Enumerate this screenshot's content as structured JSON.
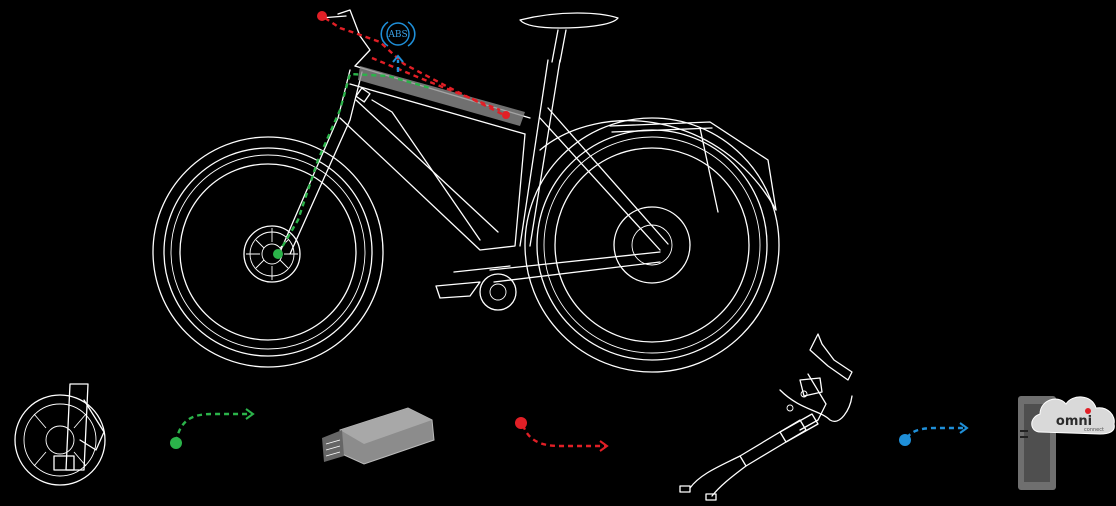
{
  "badges": {
    "abs_label": "ABS"
  },
  "cloud": {
    "brand_label": "omni",
    "sub_label": "connect"
  },
  "colors": {
    "background": "#000000",
    "line_art": "#ffffff",
    "sensor_path": "#2bb34a",
    "brake_path": "#e11f26",
    "data_path": "#1f8fd8",
    "battery_grey": "#8c8c8c",
    "phone_grey": "#6f6f6f"
  },
  "flow": {
    "steps": [
      {
        "icon": "disc-brake-sensor-icon",
        "color": "green"
      },
      {
        "icon": "abs-control-module-icon",
        "color": "red"
      },
      {
        "icon": "brake-lever-cable-icon",
        "color": "blue"
      },
      {
        "icon": "omni-cloud-phone-icon"
      }
    ]
  }
}
